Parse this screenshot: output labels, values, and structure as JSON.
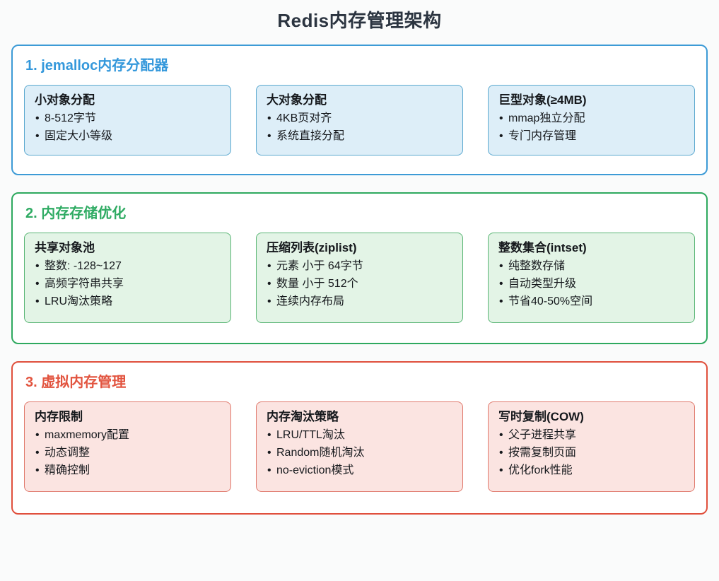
{
  "title": "Redis内存管理架构",
  "colors": {
    "background": "#fafbfb",
    "title": "#2b3440",
    "blue_border": "#3d9bd6",
    "blue_title": "#3498db",
    "blue_card_fill": "#ddeef8",
    "blue_card_border": "#5aa8cf",
    "green_border": "#2ea95f",
    "green_title": "#2fab63",
    "green_card_fill": "#e3f4e6",
    "green_card_border": "#59b574",
    "red_border": "#e0503d",
    "red_title": "#e2543f",
    "red_card_fill": "#fbe4e1",
    "red_card_border": "#e0786b"
  },
  "sections": [
    {
      "heading": "1. jemalloc内存分配器",
      "cards": [
        {
          "title": "小对象分配",
          "items": [
            "8-512字节",
            "固定大小等级"
          ]
        },
        {
          "title": "大对象分配",
          "items": [
            "4KB页对齐",
            "系统直接分配"
          ]
        },
        {
          "title": "巨型对象(≥4MB)",
          "items": [
            "mmap独立分配",
            "专门内存管理"
          ]
        }
      ]
    },
    {
      "heading": "2. 内存存储优化",
      "cards": [
        {
          "title": "共享对象池",
          "items": [
            "整数: -128~127",
            "高频字符串共享",
            "LRU淘汰策略"
          ]
        },
        {
          "title": "压缩列表(ziplist)",
          "items": [
            "元素 小于 64字节",
            "数量 小于 512个",
            "连续内存布局"
          ]
        },
        {
          "title": "整数集合(intset)",
          "items": [
            "纯整数存储",
            "自动类型升级",
            "节省40-50%空间"
          ]
        }
      ]
    },
    {
      "heading": "3. 虚拟内存管理",
      "cards": [
        {
          "title": "内存限制",
          "items": [
            "maxmemory配置",
            "动态调整",
            "精确控制"
          ]
        },
        {
          "title": "内存淘汰策略",
          "items": [
            "LRU/TTL淘汰",
            "Random随机淘汰",
            "no-eviction模式"
          ]
        },
        {
          "title": "写时复制(COW)",
          "items": [
            "父子进程共享",
            "按需复制页面",
            "优化fork性能"
          ]
        }
      ]
    }
  ]
}
